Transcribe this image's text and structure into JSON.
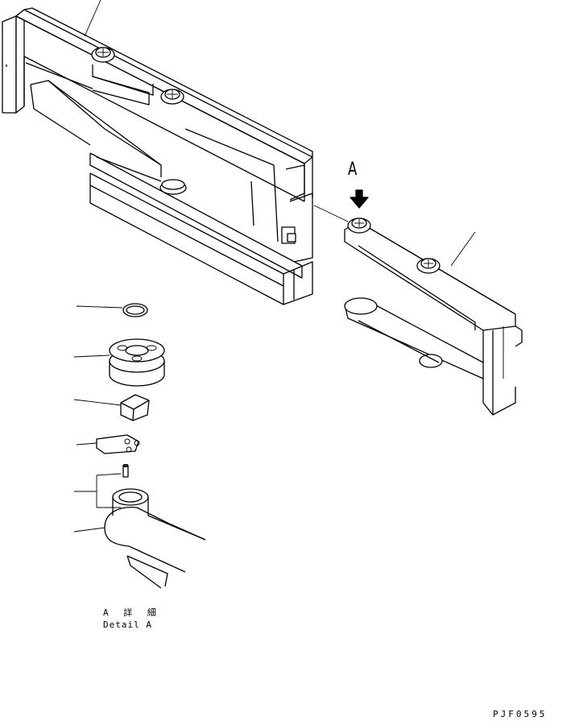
{
  "view_arrow_label": "A",
  "detail_caption_jp": "A 詳 細",
  "detail_caption_en": "Detail A",
  "drawing_number": "PJF0595"
}
